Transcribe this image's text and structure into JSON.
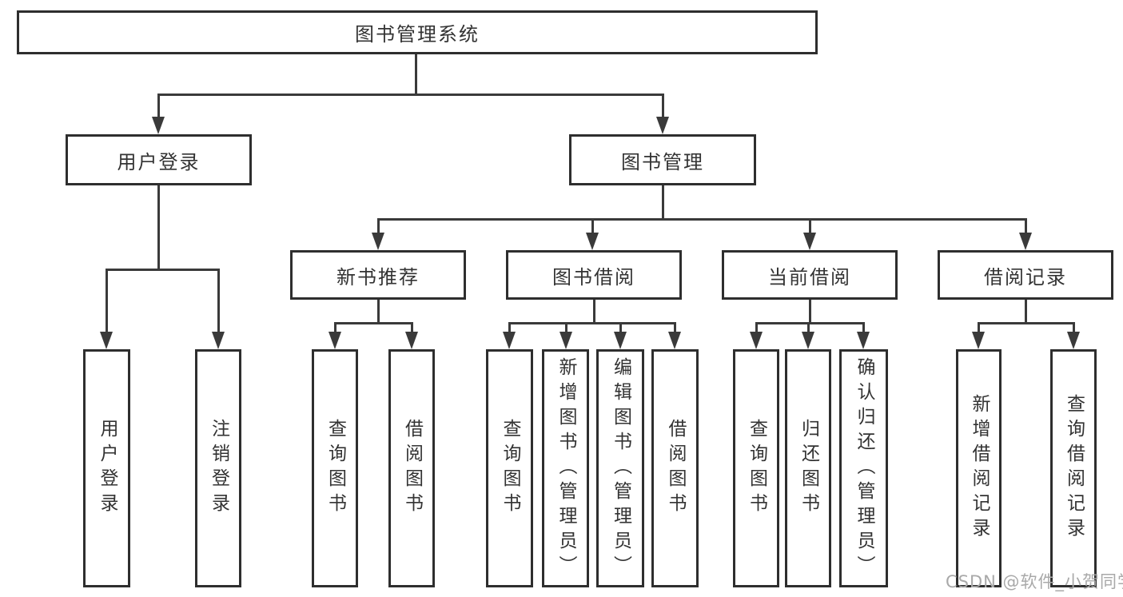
{
  "diagram": {
    "root": {
      "label": "图书管理系统"
    },
    "branches": [
      {
        "label": "用户登录",
        "children": [
          {
            "label": "用户登录"
          },
          {
            "label": "注销登录"
          }
        ]
      },
      {
        "label": "图书管理",
        "children": [
          {
            "label": "新书推荐",
            "children": [
              {
                "label": "查询图书"
              },
              {
                "label": "借阅图书"
              }
            ]
          },
          {
            "label": "图书借阅",
            "children": [
              {
                "label": "查询图书"
              },
              {
                "label": "新增图书（管理员）"
              },
              {
                "label": "编辑图书（管理员）"
              },
              {
                "label": "借阅图书"
              }
            ]
          },
          {
            "label": "当前借阅",
            "children": [
              {
                "label": "查询图书"
              },
              {
                "label": "归还图书"
              },
              {
                "label": "确认归还（管理员）"
              }
            ]
          },
          {
            "label": "借阅记录",
            "children": [
              {
                "label": "新增借阅记录"
              },
              {
                "label": "查询借阅记录"
              }
            ]
          }
        ]
      }
    ],
    "watermark": "CSDN @软件_小贺同学",
    "colors": {
      "line": "#3a3a3a",
      "border": "#2e2e2e",
      "text": "#333333",
      "watermark": "#a9a9a9",
      "background": "#ffffff"
    }
  }
}
